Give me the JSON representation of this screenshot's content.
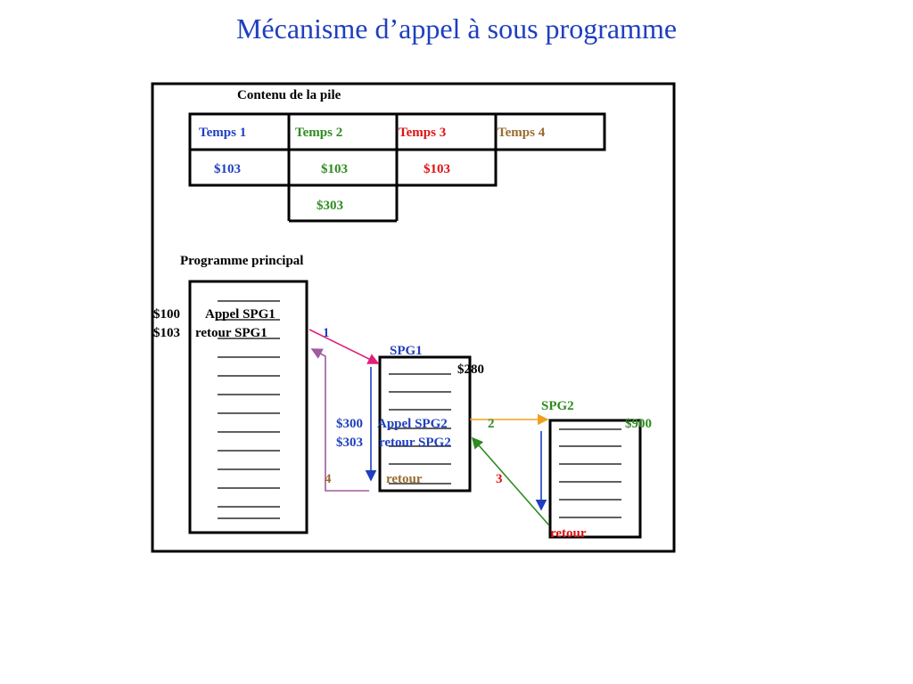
{
  "title": "Mécanisme d’appel à sous programme",
  "colors": {
    "blue": "#1f3fbf",
    "green": "#2e8b1f",
    "red": "#e01010",
    "brown": "#9a6b2f",
    "magenta": "#e0207a",
    "orange": "#f0a020",
    "purple": "#a05a9e",
    "black": "#000000"
  },
  "stack": {
    "heading": "Contenu de la pile",
    "times": [
      "Temps 1",
      "Temps 2",
      "Temps 3",
      "Temps 4"
    ],
    "row1": [
      "$103",
      "$103",
      "$103",
      ""
    ],
    "row2_t2": "$303"
  },
  "main_program": {
    "heading": "Programme principal",
    "addr_call": "$100",
    "call_label": "Appel SPG1",
    "addr_return": "$103",
    "return_label": "retour SPG1",
    "blank_line": "________"
  },
  "spg1": {
    "label": "SPG1",
    "start_addr": "$280",
    "addr_call": "$300",
    "call_label": "Appel SPG2",
    "addr_return": "$303",
    "return_label": "retour SPG2",
    "retour": "retour"
  },
  "spg2": {
    "label": "SPG2",
    "start_addr": "$900",
    "retour": "retour"
  },
  "steps": [
    "1",
    "2",
    "3",
    "4"
  ]
}
